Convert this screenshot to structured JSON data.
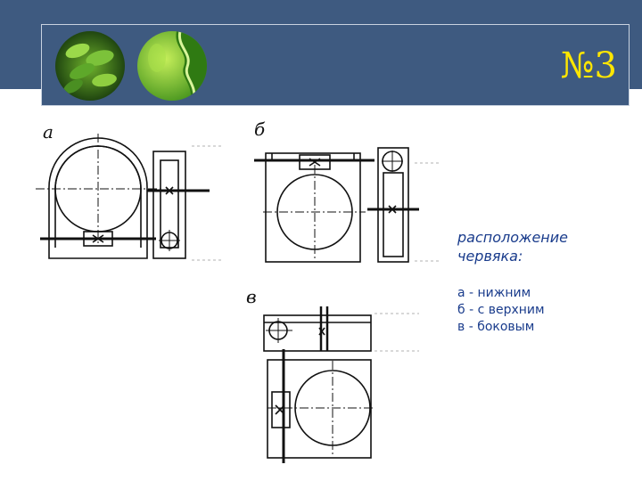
{
  "header": {
    "slide_number": "№3"
  },
  "figures": [
    {
      "label": "а"
    },
    {
      "label": "б"
    },
    {
      "label": "в"
    }
  ],
  "caption": {
    "title": "расположение червяка:",
    "options": [
      "а - нижним",
      "б - с верхним",
      "в - боковым"
    ]
  },
  "colors": {
    "band": "#3e5a80",
    "accent_text": "#ffe600",
    "caption_text": "#1a3c8c",
    "line": "#111111",
    "leaf_dark": "#1f4e0f",
    "leaf_light": "#8ccf3a"
  },
  "icons": [
    "fern-leaf-image",
    "green-leaf-image"
  ]
}
